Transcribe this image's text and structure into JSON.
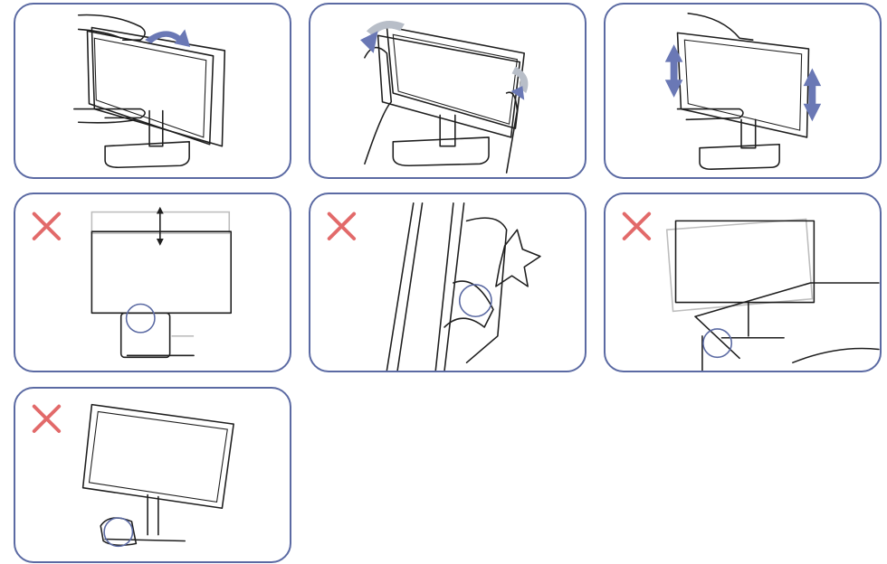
{
  "colors": {
    "panel_border": "#5b6aa3",
    "arrow_blue": "#6a78b5",
    "arrow_grey": "#b8bec8",
    "warning_x": "#e26a6a",
    "ghost_outline": "#bdbdbd"
  },
  "panels": [
    {
      "kind": "instruction",
      "icon": "hands-tilt-monitor-icon"
    },
    {
      "kind": "instruction",
      "icon": "hands-swivel-monitor-icon"
    },
    {
      "kind": "instruction",
      "icon": "hands-raise-monitor-icon"
    },
    {
      "kind": "warning",
      "icon": "height-adjust-pinch-icon"
    },
    {
      "kind": "warning",
      "icon": "hinge-pinch-finger-icon"
    },
    {
      "kind": "warning",
      "icon": "desk-edge-collision-icon"
    },
    {
      "kind": "warning",
      "icon": "stand-foot-pinch-icon"
    }
  ]
}
